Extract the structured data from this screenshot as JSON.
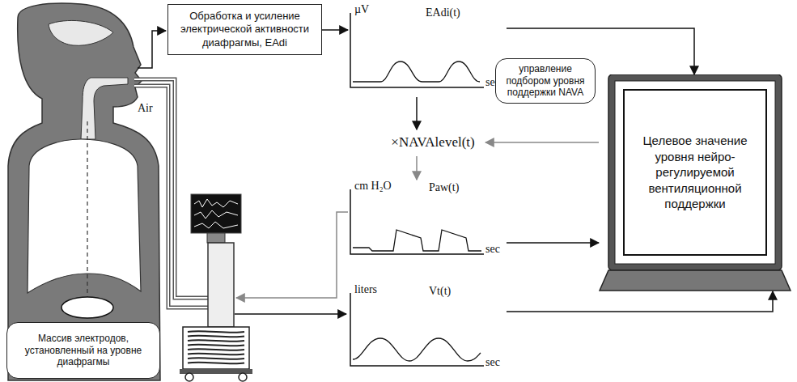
{
  "diagram": {
    "nodes": [
      {
        "text": [
          "Обработка и усиление электрической активности диафрагмы, EAdi"
        ]
      },
      {
        "text": [
          "µV",
          "EAdi(t)",
          "sec"
        ]
      },
      {
        "text": [
          "управление подбором уровня поддержки NAVA"
        ]
      },
      {
        "text": [
          "×NAVAlevel(t)"
        ]
      },
      {
        "text": [
          "Целевое значение уровня нейро-регулируемой вентиляционной поддержки"
        ]
      },
      {
        "text": [
          "cm H₂O",
          "Paw(t)",
          "sec"
        ]
      },
      {
        "text": [
          "liters",
          "Vt(t)",
          "sec"
        ]
      },
      {
        "text": [
          "Массив электродов, установленный на уровне диафрагмы"
        ]
      }
    ],
    "edges": [
      {
        "from": 0,
        "to": 1,
        "arrow": "to"
      },
      {
        "from": 1,
        "to": 3,
        "arrow": "to"
      },
      {
        "from": 1,
        "to": 4,
        "arrow": "to"
      },
      {
        "from": 4,
        "to": 3,
        "arrow": "to"
      },
      {
        "from": 3,
        "to": 5,
        "arrow": "to"
      },
      {
        "from": 5,
        "to": 4,
        "arrow": "to"
      },
      {
        "from": 6,
        "to": 4,
        "arrow": "to"
      }
    ],
    "labels": [
      "Air"
    ]
  }
}
